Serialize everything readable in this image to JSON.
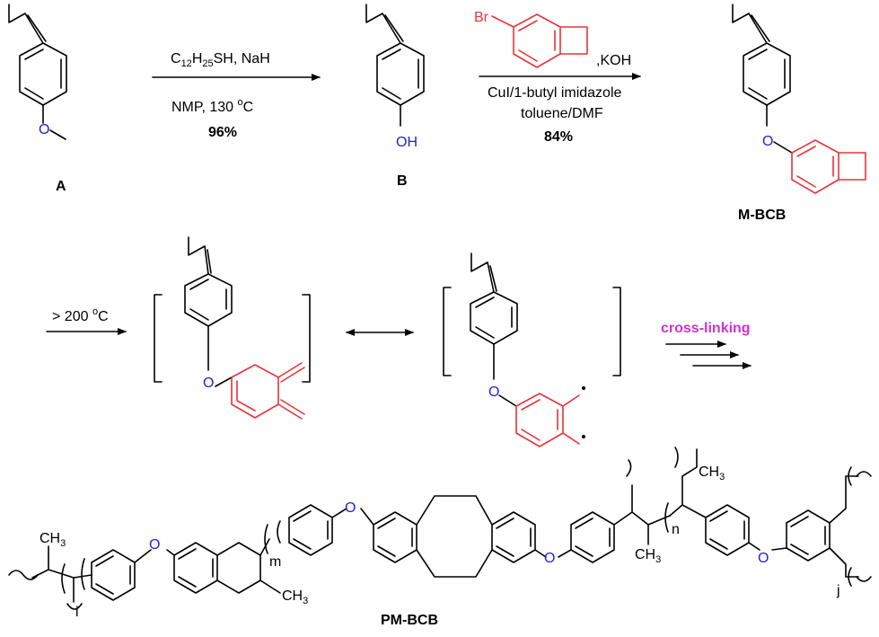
{
  "compounds": {
    "a": "A",
    "b": "B",
    "mbcb": "M-BCB",
    "pmbcb": "PM-BCB"
  },
  "step1": {
    "reagent_main": "C",
    "reagent_sub1": "12",
    "reagent_mid": "H",
    "reagent_sub2": "25",
    "reagent_rest": "SH, NaH",
    "conditions": "NMP, 130 ",
    "conditions_sup": "o",
    "conditions_unit": "C",
    "yield": "96%"
  },
  "step2": {
    "reagent": ",KOH",
    "catalyst": "CuI/1-butyl imidazole",
    "solvent": "toluene/DMF",
    "yield": "84%",
    "bromo": "Br"
  },
  "step3": {
    "condition": "> 200 ",
    "condition_sup": "o",
    "condition_unit": "C",
    "process": "cross-linking"
  },
  "atoms": {
    "oxygen": "O",
    "hydroxyl": "OH",
    "methyl": "CH",
    "methyl_sub": "3",
    "m": "m",
    "n": "n",
    "i": "i",
    "j": "j"
  },
  "colors": {
    "bcb_red": "#e8333a",
    "oxygen_blue": "#2222dd",
    "crosslink_magenta": "#cc33cc"
  }
}
